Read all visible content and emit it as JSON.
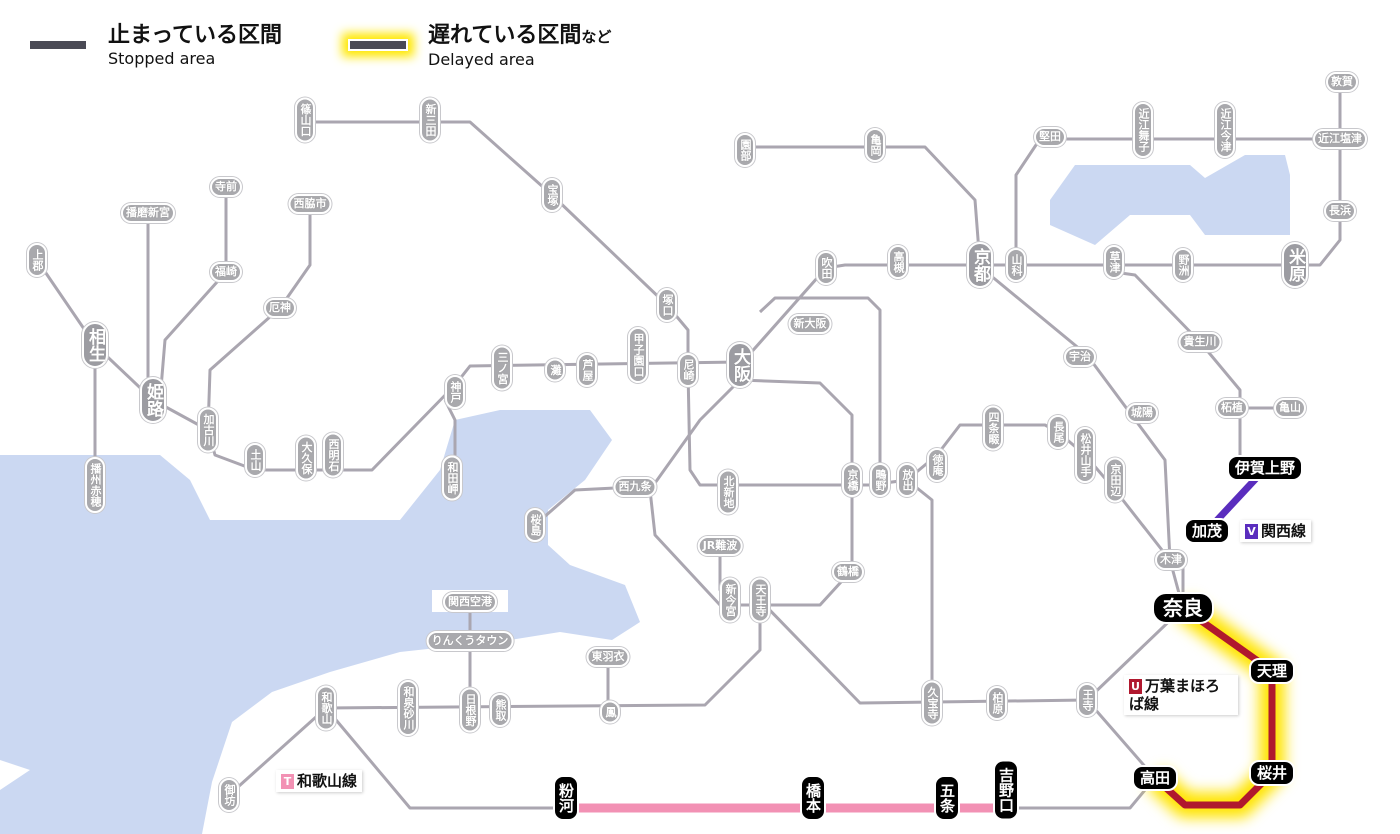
{
  "legend": {
    "stopped": {
      "jp": "止まっている区間",
      "en": "Stopped area"
    },
    "delayed": {
      "jp": "遅れている区間",
      "jp_suffix": "など",
      "en": "Delayed area"
    }
  },
  "colors": {
    "line_gray": "#aaa6b0",
    "water": "#cbd8f2",
    "delayed_line": "#b0182e",
    "delayed_glow": "#ffe400",
    "kansai_line": "#5a2dbe",
    "wakayama_line": "#f291b4",
    "manyo_tag": "#b0182e"
  },
  "line_labels": [
    {
      "code": "V",
      "name": "関西線",
      "color": "#5a2dbe"
    },
    {
      "code": "U",
      "name": "万葉まほろば線",
      "color": "#b0182e"
    },
    {
      "code": "T",
      "name": "和歌山線",
      "color": "#f291b4"
    }
  ],
  "stations": [
    {
      "name": "篠山口",
      "style": "g",
      "dir": "v"
    },
    {
      "name": "新三田",
      "style": "g",
      "dir": "v"
    },
    {
      "name": "宝塚",
      "style": "g",
      "dir": "v"
    },
    {
      "name": "塚口",
      "style": "g",
      "dir": "v"
    },
    {
      "name": "尼崎",
      "style": "g",
      "dir": "v"
    },
    {
      "name": "大阪",
      "style": "gb",
      "dir": "v"
    },
    {
      "name": "甲子園口",
      "style": "g",
      "dir": "v"
    },
    {
      "name": "芦屋",
      "style": "g",
      "dir": "v"
    },
    {
      "name": "灘",
      "style": "g",
      "dir": "v"
    },
    {
      "name": "三ノ宮",
      "style": "g",
      "dir": "v"
    },
    {
      "name": "神戸",
      "style": "g",
      "dir": "v"
    },
    {
      "name": "和田岬",
      "style": "g",
      "dir": "v"
    },
    {
      "name": "西明石",
      "style": "g",
      "dir": "v"
    },
    {
      "name": "大久保",
      "style": "g",
      "dir": "v"
    },
    {
      "name": "土山",
      "style": "g",
      "dir": "v"
    },
    {
      "name": "加古川",
      "style": "g",
      "dir": "v"
    },
    {
      "name": "姫路",
      "style": "gb",
      "dir": "v"
    },
    {
      "name": "相生",
      "style": "gb",
      "dir": "v"
    },
    {
      "name": "上郡",
      "style": "g",
      "dir": "v"
    },
    {
      "name": "播州赤穂",
      "style": "g",
      "dir": "v"
    },
    {
      "name": "播磨新宮",
      "style": "g",
      "dir": "h"
    },
    {
      "name": "寺前",
      "style": "g",
      "dir": "h"
    },
    {
      "name": "福崎",
      "style": "g",
      "dir": "h"
    },
    {
      "name": "西脇市",
      "style": "g",
      "dir": "h"
    },
    {
      "name": "厄神",
      "style": "g",
      "dir": "h"
    },
    {
      "name": "園部",
      "style": "g",
      "dir": "v"
    },
    {
      "name": "亀岡",
      "style": "g",
      "dir": "v"
    },
    {
      "name": "京都",
      "style": "gb",
      "dir": "v"
    },
    {
      "name": "山科",
      "style": "g",
      "dir": "v"
    },
    {
      "name": "堅田",
      "style": "g",
      "dir": "h"
    },
    {
      "name": "近江舞子",
      "style": "g",
      "dir": "v"
    },
    {
      "name": "近江今津",
      "style": "g",
      "dir": "v"
    },
    {
      "name": "近江塩津",
      "style": "g",
      "dir": "h"
    },
    {
      "name": "敦賀",
      "style": "g",
      "dir": "h"
    },
    {
      "name": "長浜",
      "style": "g",
      "dir": "h"
    },
    {
      "name": "米原",
      "style": "gb",
      "dir": "v"
    },
    {
      "name": "野洲",
      "style": "g",
      "dir": "v"
    },
    {
      "name": "草津",
      "style": "g",
      "dir": "v"
    },
    {
      "name": "高槻",
      "style": "g",
      "dir": "v"
    },
    {
      "name": "吹田",
      "style": "g",
      "dir": "v"
    },
    {
      "name": "新大阪",
      "style": "g",
      "dir": "h"
    },
    {
      "name": "宇治",
      "style": "g",
      "dir": "h"
    },
    {
      "name": "貴生川",
      "style": "g",
      "dir": "h"
    },
    {
      "name": "柘植",
      "style": "g",
      "dir": "h"
    },
    {
      "name": "亀山",
      "style": "g",
      "dir": "h"
    },
    {
      "name": "城陽",
      "style": "g",
      "dir": "h"
    },
    {
      "name": "伊賀上野",
      "style": "k",
      "dir": "h"
    },
    {
      "name": "加茂",
      "style": "k",
      "dir": "h"
    },
    {
      "name": "木津",
      "style": "g",
      "dir": "h"
    },
    {
      "name": "奈良",
      "style": "kb",
      "dir": "h"
    },
    {
      "name": "天理",
      "style": "k",
      "dir": "h"
    },
    {
      "name": "桜井",
      "style": "k",
      "dir": "h"
    },
    {
      "name": "高田",
      "style": "k",
      "dir": "h"
    },
    {
      "name": "王寺",
      "style": "g",
      "dir": "v"
    },
    {
      "name": "柏原",
      "style": "g",
      "dir": "v"
    },
    {
      "name": "久宝寺",
      "style": "g",
      "dir": "v"
    },
    {
      "name": "四条畷",
      "style": "g",
      "dir": "v"
    },
    {
      "name": "長尾",
      "style": "g",
      "dir": "v"
    },
    {
      "name": "松井山手",
      "style": "g",
      "dir": "v"
    },
    {
      "name": "京田辺",
      "style": "g",
      "dir": "v"
    },
    {
      "name": "徳庵",
      "style": "g",
      "dir": "v"
    },
    {
      "name": "放出",
      "style": "g",
      "dir": "v"
    },
    {
      "name": "鴫野",
      "style": "g",
      "dir": "v"
    },
    {
      "name": "京橋",
      "style": "g",
      "dir": "v"
    },
    {
      "name": "北新地",
      "style": "g",
      "dir": "v"
    },
    {
      "name": "西九条",
      "style": "g",
      "dir": "h"
    },
    {
      "name": "桜島",
      "style": "g",
      "dir": "v"
    },
    {
      "name": "JR難波",
      "style": "g",
      "dir": "h"
    },
    {
      "name": "新今宮",
      "style": "g",
      "dir": "v"
    },
    {
      "name": "天王寺",
      "style": "g",
      "dir": "v"
    },
    {
      "name": "鶴橋",
      "style": "g",
      "dir": "h"
    },
    {
      "name": "関西空港",
      "style": "g",
      "dir": "h"
    },
    {
      "name": "りんくうタウン",
      "style": "g",
      "dir": "h"
    },
    {
      "name": "東羽衣",
      "style": "g",
      "dir": "h"
    },
    {
      "name": "鳳",
      "style": "g",
      "dir": "v"
    },
    {
      "name": "熊取",
      "style": "g",
      "dir": "v"
    },
    {
      "name": "日根野",
      "style": "g",
      "dir": "v"
    },
    {
      "name": "和泉砂川",
      "style": "g",
      "dir": "v"
    },
    {
      "name": "和歌山",
      "style": "g",
      "dir": "v"
    },
    {
      "name": "御坊",
      "style": "g",
      "dir": "v"
    },
    {
      "name": "粉河",
      "style": "k",
      "dir": "v"
    },
    {
      "name": "橋本",
      "style": "k",
      "dir": "v"
    },
    {
      "name": "五条",
      "style": "k",
      "dir": "v"
    },
    {
      "name": "吉野口",
      "style": "k",
      "dir": "v"
    }
  ]
}
